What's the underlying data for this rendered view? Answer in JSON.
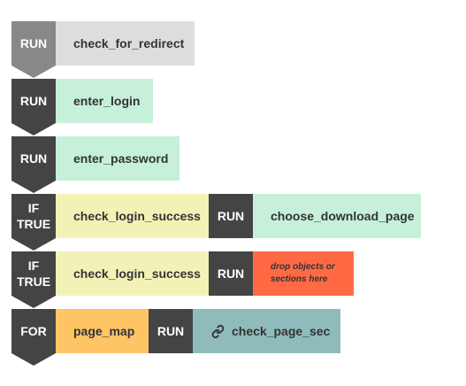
{
  "rows": [
    {
      "keyword": [
        "RUN"
      ],
      "keyword_color": "#888888",
      "segments": [
        {
          "text": "check_for_redirect",
          "bg": "#dddddd"
        }
      ]
    },
    {
      "keyword": [
        "RUN"
      ],
      "keyword_color": "#444444",
      "segments": [
        {
          "text": "enter_login",
          "bg": "#c6f0da"
        }
      ]
    },
    {
      "keyword": [
        "RUN"
      ],
      "keyword_color": "#444444",
      "segments": [
        {
          "text": "enter_password",
          "bg": "#c6f0da"
        }
      ]
    },
    {
      "keyword": [
        "IF",
        "TRUE"
      ],
      "keyword_color": "#444444",
      "segments": [
        {
          "text": "check_login_success",
          "bg": "#f2f2b6"
        },
        {
          "text": "RUN",
          "bg": "#444444",
          "kind": "keyword"
        },
        {
          "text": "choose_download_page",
          "bg": "#c6f0da"
        }
      ]
    },
    {
      "keyword": [
        "IF",
        "TRUE"
      ],
      "keyword_color": "#444444",
      "segments": [
        {
          "text": "check_login_success",
          "bg": "#f2f2b6"
        },
        {
          "text": "RUN",
          "bg": "#444444",
          "kind": "keyword"
        },
        {
          "text": "drop objects or sections here",
          "bg": "#ff6a45",
          "kind": "drop"
        }
      ]
    },
    {
      "keyword": [
        "FOR"
      ],
      "keyword_color": "#444444",
      "segments": [
        {
          "text": "page_map",
          "bg": "#ffc463"
        },
        {
          "text": "RUN",
          "bg": "#444444",
          "kind": "keyword"
        },
        {
          "text": "check_page_sec",
          "bg": "#8fbcbb",
          "icon": "link-icon"
        }
      ]
    }
  ]
}
